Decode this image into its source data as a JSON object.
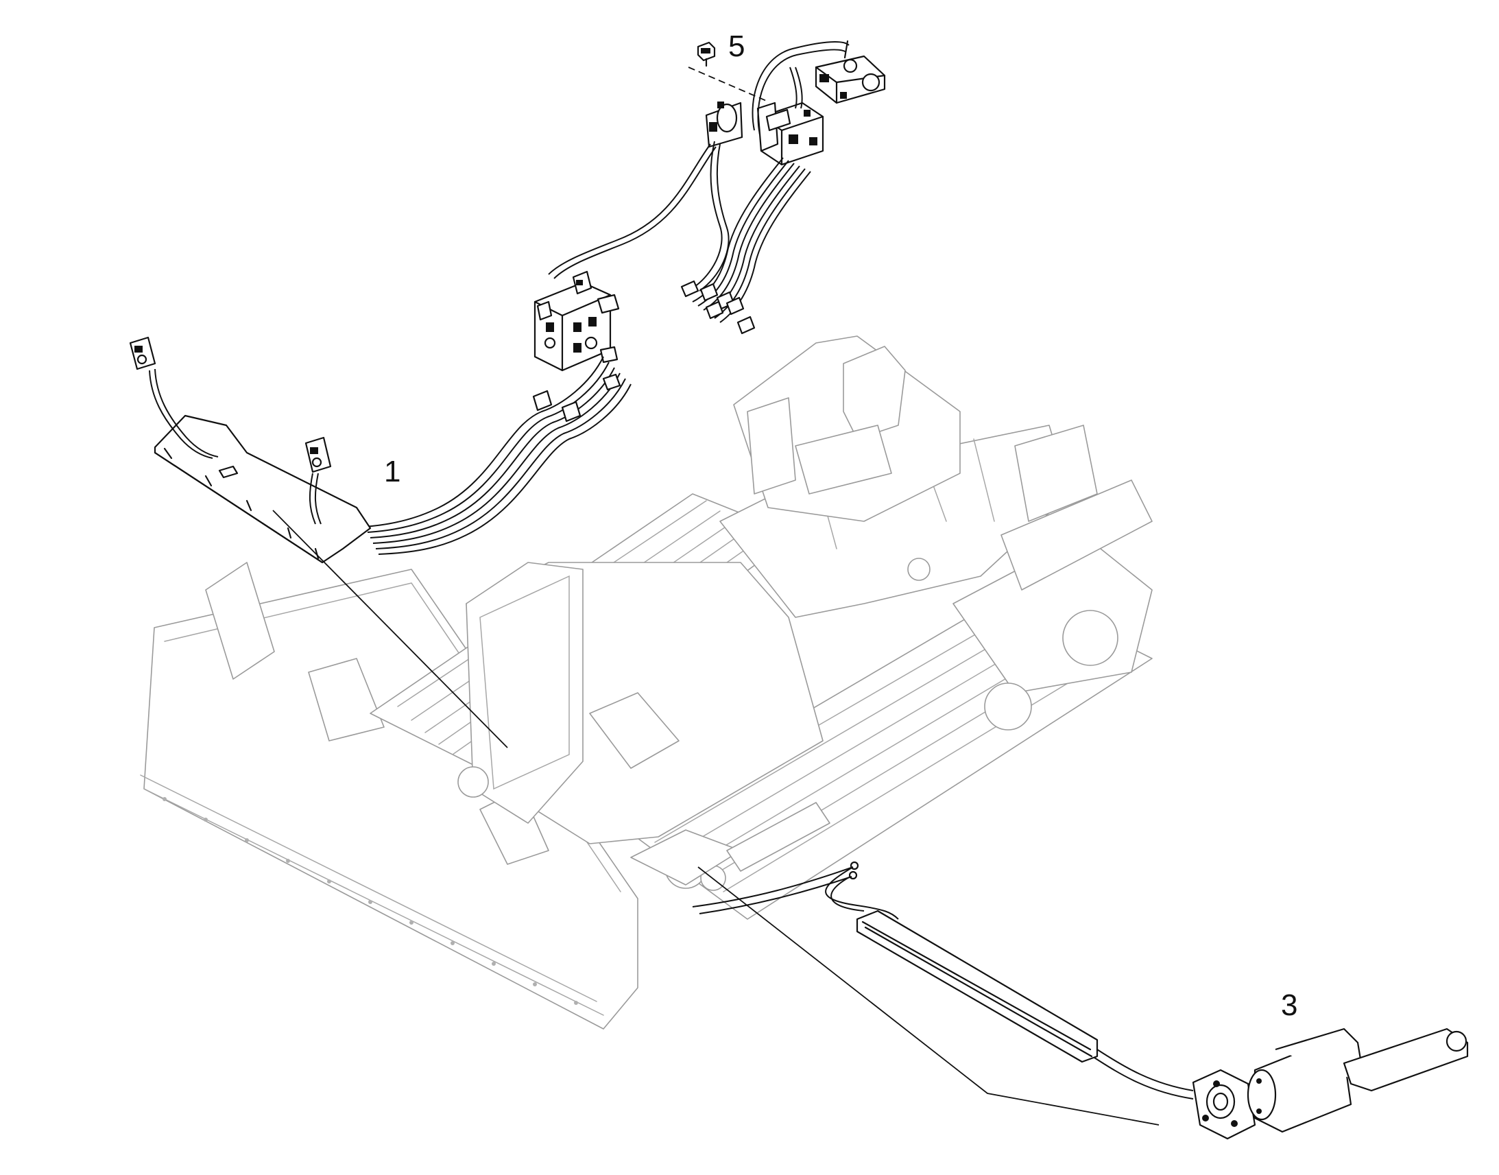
{
  "callouts": {
    "item_1": "1",
    "item_3": "3",
    "item_5": "5"
  },
  "colors": {
    "line": "#111111",
    "ghost_line": "#9a9a9a",
    "background": "#ffffff"
  }
}
